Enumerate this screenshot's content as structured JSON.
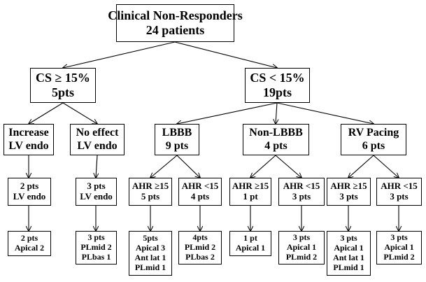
{
  "root": [
    "Clinical Non-Responders",
    "24 patients"
  ],
  "cs_high": [
    "CS ≥ 15%",
    "5pts"
  ],
  "cs_low": [
    "CS < 15%",
    "19pts"
  ],
  "increase": [
    "Increase",
    "LV endo"
  ],
  "noeffect": [
    "No effect",
    "LV endo"
  ],
  "lbbb": [
    "LBBB",
    "9 pts"
  ],
  "nonlbbb": [
    "Non-LBBB",
    "4 pts"
  ],
  "rvpacing": [
    "RV Pacing",
    "6 pts"
  ],
  "inc_pts": [
    "2 pts",
    "LV endo"
  ],
  "noe_pts": [
    "3 pts",
    "LV endo"
  ],
  "lbbb_hi": [
    "AHR ≥15",
    "5 pts"
  ],
  "lbbb_lo": [
    "AHR <15",
    "4 pts"
  ],
  "non_hi": [
    "AHR ≥15",
    "1 pt"
  ],
  "non_lo": [
    "AHR <15",
    "3 pts"
  ],
  "rv_hi": [
    "AHR ≥15",
    "3 pts"
  ],
  "rv_lo": [
    "AHR <15",
    "3 pts"
  ],
  "inc_res": [
    "2 pts",
    "Apical 2"
  ],
  "noe_res": [
    "3 pts",
    "PLmid 2",
    "PLbas 1"
  ],
  "lbbb_hi_res": [
    "5pts",
    "Apical 3",
    "Ant lat 1",
    "PLmid 1"
  ],
  "lbbb_lo_res": [
    "4pts",
    "PLmid 2",
    "PLbas 2"
  ],
  "non_hi_res": [
    "1 pt",
    "Apical 1"
  ],
  "non_lo_res": [
    "3 pts",
    "Apical 1",
    "PLmid 2"
  ],
  "rv_hi_res": [
    "3 pts",
    "Apical 1",
    "Ant lat 1",
    "PLmid 1"
  ],
  "rv_lo_res": [
    "3 pts",
    "Apical 1",
    "PLmid 2"
  ]
}
